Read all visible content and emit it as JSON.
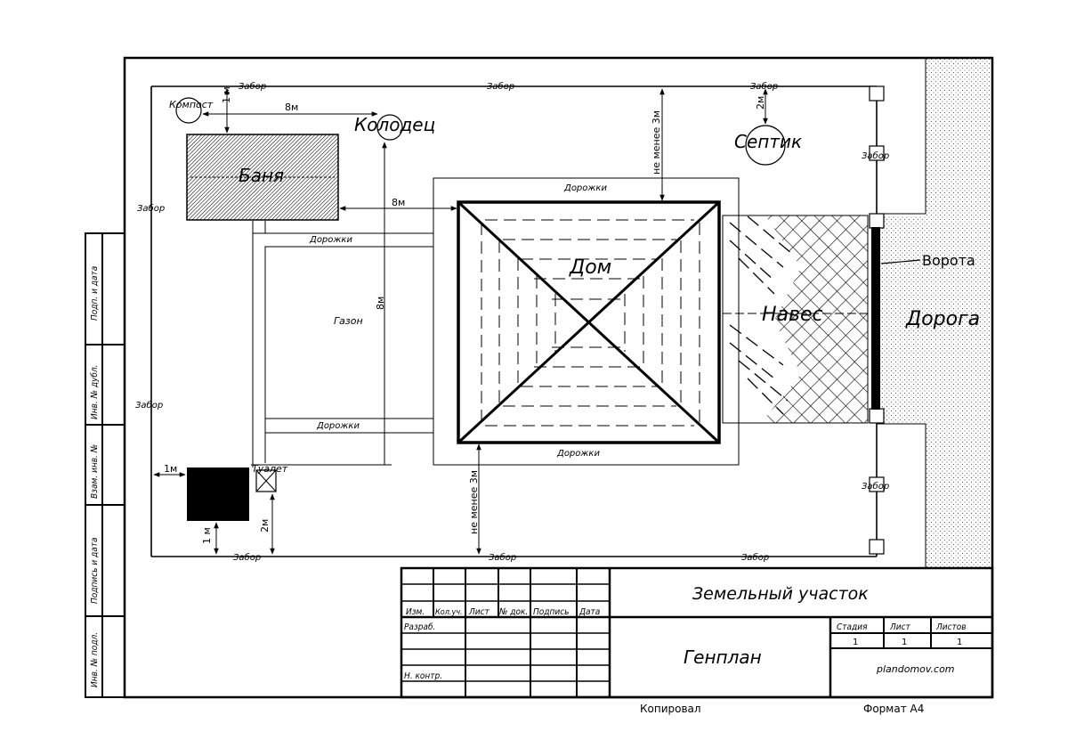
{
  "plan": {
    "labels": {
      "fence_top_left": "Забор",
      "fence_top_mid": "Забор",
      "fence_top_right": "Забор",
      "fence_right_upper": "Забор",
      "fence_right_lower": "Забор",
      "fence_left_upper": "Забор",
      "fence_left_lower": "Забор",
      "fence_bottom_left": "Забор",
      "fence_bottom_mid": "Забор",
      "fence_bottom_right": "Забор",
      "compost": "Компост",
      "well": "Колодец",
      "septic": "Септик",
      "bath": "Баня",
      "house": "Дом",
      "canopy": "Навес",
      "road": "Дорога",
      "gate": "Ворота",
      "lawn": "Газон",
      "toilet": "Туалет",
      "paths_top": "Дорожки",
      "paths_left": "Дорожки",
      "paths_left_lower": "Дорожки",
      "paths_bottom": "Дорожки"
    },
    "dimensions": {
      "compost_fence": "1 м",
      "compost_well": "8м",
      "septic_fence": "2м",
      "house_top": "не менее 3м",
      "bath_house": "8м",
      "well_toilet": "8м",
      "toilet_fence_left": "1м",
      "toilet_fence_bottom": "1 м",
      "toilet_fence_side": "2м",
      "house_bottom": "не менее 3м"
    }
  },
  "title_block": {
    "project": "Земельный участок",
    "sheet_title": "Генплан",
    "website": "plandomov.com",
    "headers": {
      "change": "Изм.",
      "qty": "Кол.уч.",
      "sheet": "Лист",
      "doc_no": "№ док.",
      "signature": "Подпись",
      "date": "Дата"
    },
    "roles": {
      "developed": "Разраб.",
      "norm_control": "Н. контр."
    },
    "stage_header": "Стадия",
    "sheet_header": "Лист",
    "sheets_header": "Листов",
    "stage_value": "1",
    "sheet_value": "1",
    "sheets_value": "1",
    "copied": "Копировал",
    "format": "Формат А4"
  },
  "side_stamp": {
    "sign_date_top": "Подп. и дата",
    "inv_dup": "Инв. № дубл.",
    "mut_inv": "Взам. инв. №",
    "sign_date": "Подпись и дата",
    "inv_orig": "Инв. № подл."
  }
}
